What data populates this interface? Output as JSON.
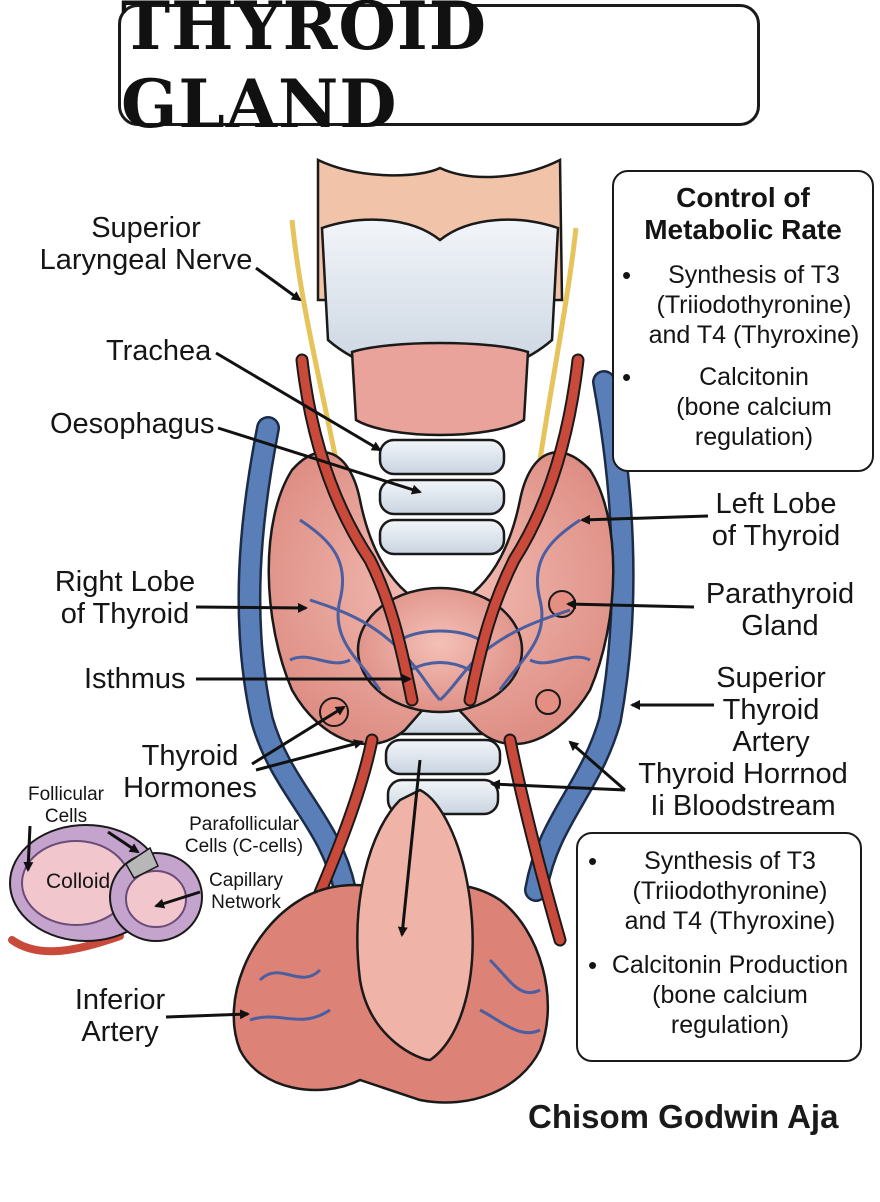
{
  "title": "THYROID GLAND",
  "labels": {
    "superior_laryngeal_nerve": [
      "Superior",
      "Laryngeal Nerve"
    ],
    "trachea": "Trachea",
    "oesophagus": "Oesophagus",
    "right_lobe": [
      "Right Lobe",
      "of Thyroid"
    ],
    "isthmus": "Isthmus",
    "thyroid_hormones": [
      "Thyroid",
      "Hormones"
    ],
    "left_lobe": [
      "Left Lobe",
      "of Thyroid"
    ],
    "parathyroid": [
      "Parathyroid",
      "Gland"
    ],
    "superior_thyroid_artery": [
      "Superior",
      "Thyroid",
      "Artery"
    ],
    "thyroid_hormone_bloodstream": [
      "Thyroid Horrnod",
      "Ii Bloodstream"
    ],
    "inferior_artery": [
      "Inferior",
      "Artery"
    ]
  },
  "inset": {
    "follicular_cells": [
      "Follicular",
      "Cells"
    ],
    "parafollicular_cells": [
      "Parafollicular",
      "Cells (C-cells)"
    ],
    "colloid": "Colloid",
    "capillary_network": [
      "Capillary",
      "Network"
    ]
  },
  "box_top": {
    "heading": [
      "Control of",
      "Metabolic Rate"
    ],
    "items": [
      [
        "Synthesis of T3",
        "(Triiodothyronine)",
        "and T4 (Thyroxine)"
      ],
      [
        "Calcitonin",
        "(bone calcium",
        "regulation)"
      ]
    ]
  },
  "box_bottom": {
    "items": [
      [
        "Synthesis of T3",
        "(Triiodothyronine)",
        "and T4 (Thyroxine)"
      ],
      [
        "Calcitonin Production",
        "(bone calcium",
        "regulation)"
      ]
    ]
  },
  "credit": "Chisom Godwin Aja",
  "colors": {
    "thyroid_tissue": "#e9a39a",
    "artery": "#c94a3a",
    "vein": "#4a6fa8",
    "nerve": "#e6c35a",
    "cartilage": "#dfe6ee",
    "outline": "#1a1a1a"
  }
}
